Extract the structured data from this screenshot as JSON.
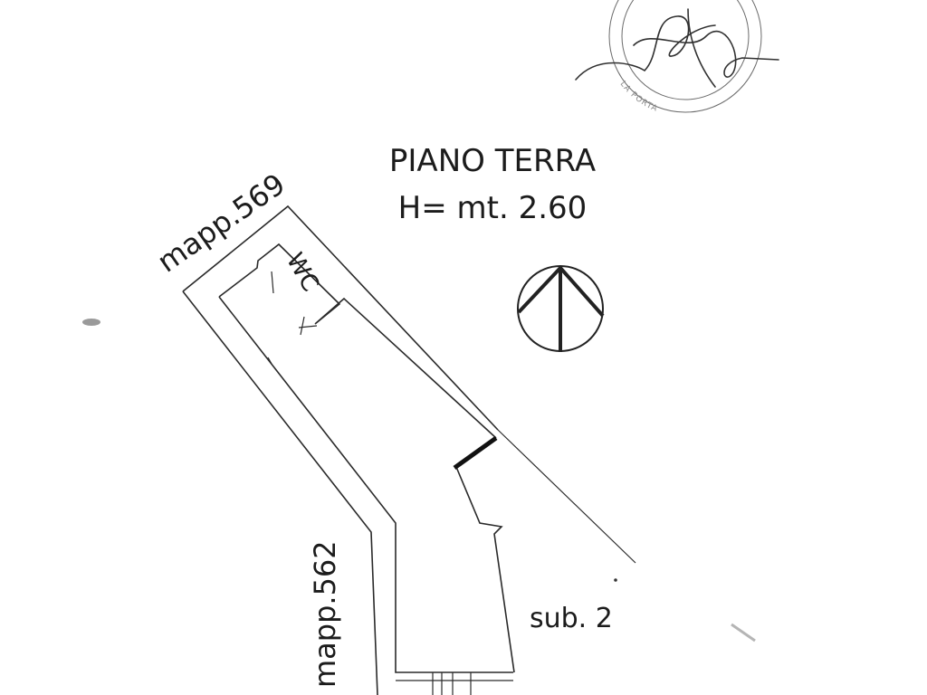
{
  "drawing": {
    "title": "PIANO TERRA",
    "height_note": "H= mt. 2.60",
    "room_label": "WC",
    "parcel_top": "mapp.569",
    "parcel_left": "mapp.562",
    "subunit": "sub. 2"
  },
  "stamp": {
    "ring_text": "LA PORTA"
  },
  "colors": {
    "ink": "#1c1c1c",
    "background": "#ffffff"
  }
}
